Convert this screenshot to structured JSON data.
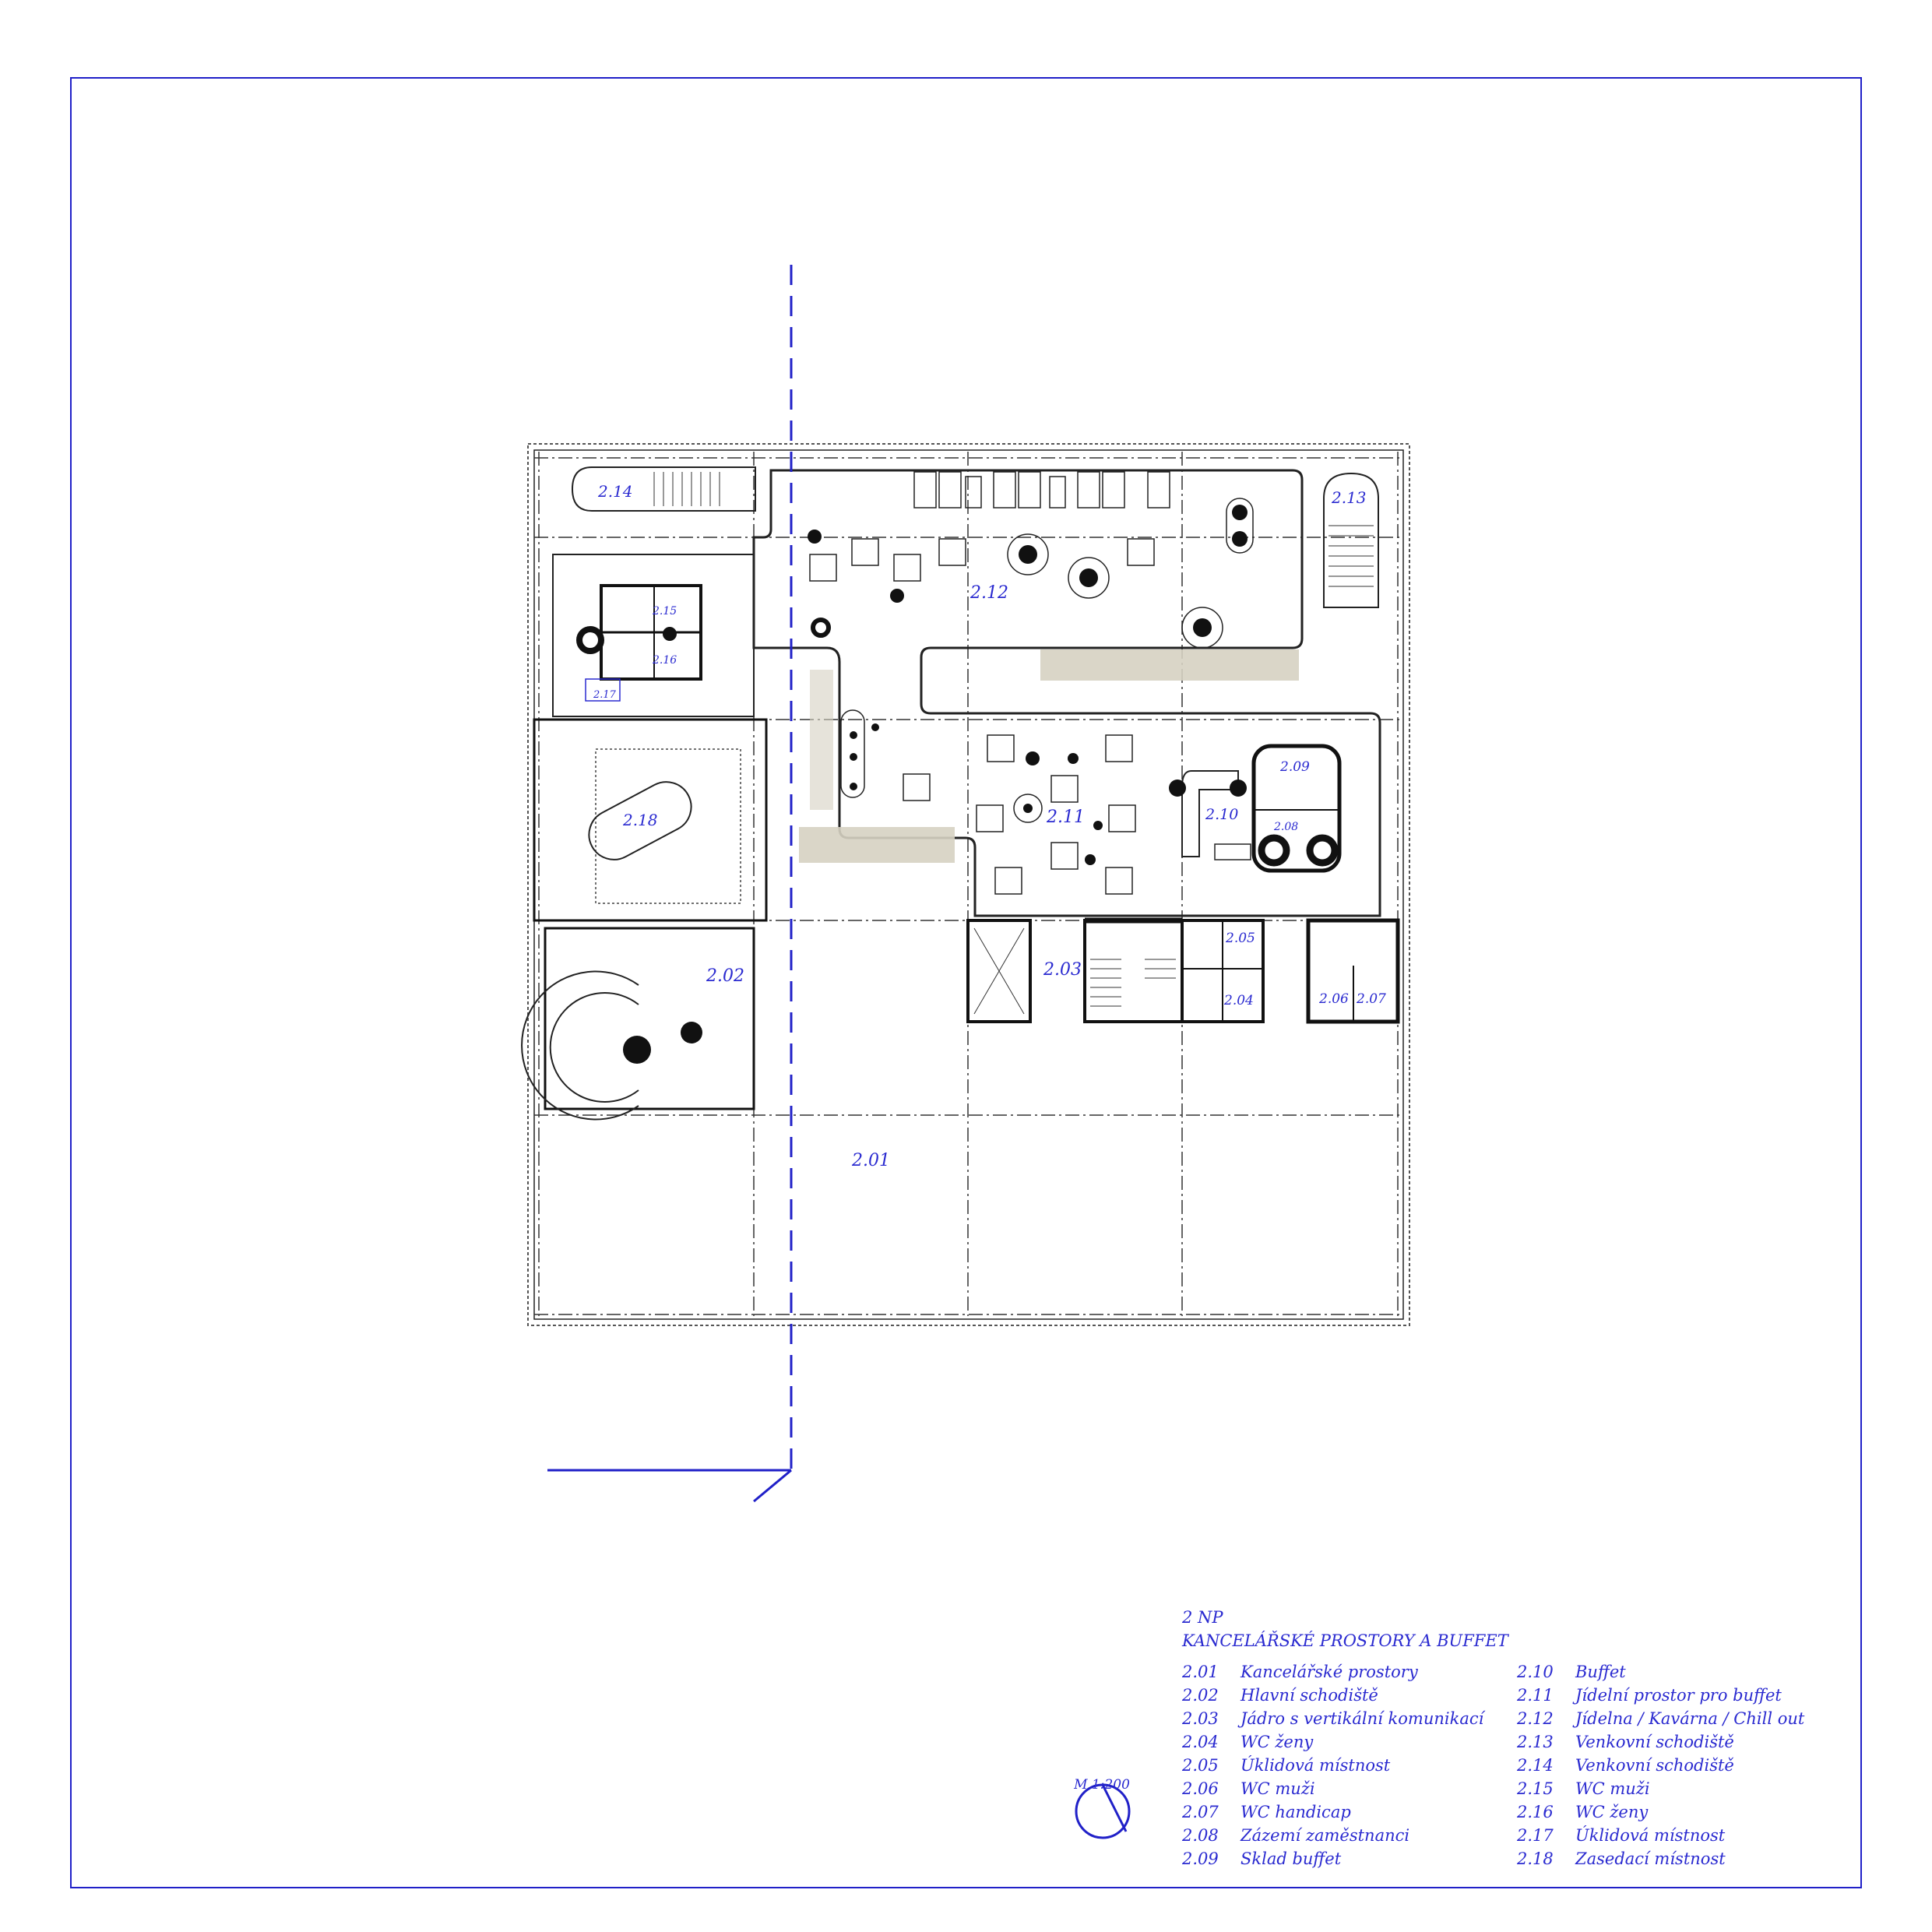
{
  "plan": {
    "floor": "2 NP",
    "title": "KANCELÁŘSKÉ PROSTORY A BUFFET",
    "scale": "M 1:200"
  },
  "colors": {
    "annotation": "#2a2ad0",
    "linework": "#111111",
    "paving": "#c9c4b4"
  },
  "rooms": [
    {
      "id": "2.01",
      "name": "Kancelářské prostory"
    },
    {
      "id": "2.02",
      "name": "Hlavní schodiště"
    },
    {
      "id": "2.03",
      "name": "Jádro s vertikální komunikací"
    },
    {
      "id": "2.04",
      "name": "WC ženy"
    },
    {
      "id": "2.05",
      "name": "Úklidová místnost"
    },
    {
      "id": "2.06",
      "name": "WC muži"
    },
    {
      "id": "2.07",
      "name": "WC handicap"
    },
    {
      "id": "2.08",
      "name": "Zázemí zaměstnanci"
    },
    {
      "id": "2.09",
      "name": "Sklad buffet"
    },
    {
      "id": "2.10",
      "name": "Buffet"
    },
    {
      "id": "2.11",
      "name": "Jídelní prostor pro buffet"
    },
    {
      "id": "2.12",
      "name": "Jídelna / Kavárna / Chill out"
    },
    {
      "id": "2.13",
      "name": "Venkovní schodiště"
    },
    {
      "id": "2.14",
      "name": "Venkovní schodiště"
    },
    {
      "id": "2.15",
      "name": "WC muži"
    },
    {
      "id": "2.16",
      "name": "WC ženy"
    },
    {
      "id": "2.17",
      "name": "Úklidová místnost"
    },
    {
      "id": "2.18",
      "name": "Zasedací místnost"
    }
  ]
}
